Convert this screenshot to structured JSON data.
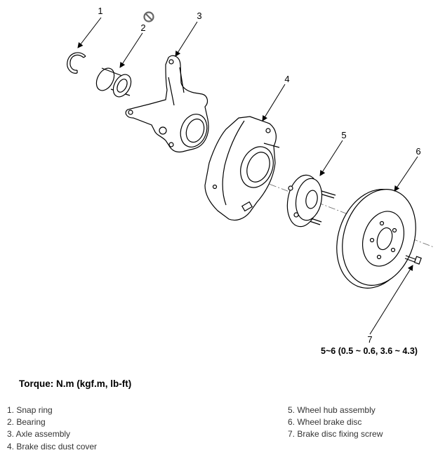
{
  "callouts": [
    "1",
    "2",
    "3",
    "4",
    "5",
    "6",
    "7"
  ],
  "torque_spec": "5~6 (0.5 ~ 0.6, 3.6 ~ 4.3)",
  "torque_heading": "Torque: N.m (kgf.m, lb-ft)",
  "legend": {
    "left": [
      "1. Snap ring",
      "2. Bearing",
      "3. Axle assembly",
      "4. Brake disc dust cover"
    ],
    "right": [
      "5. Wheel hub assembly",
      "6. Wheel brake disc",
      "7. Brake disc fixing screw"
    ]
  },
  "icons": {
    "no_reuse": "prohibited-icon"
  }
}
